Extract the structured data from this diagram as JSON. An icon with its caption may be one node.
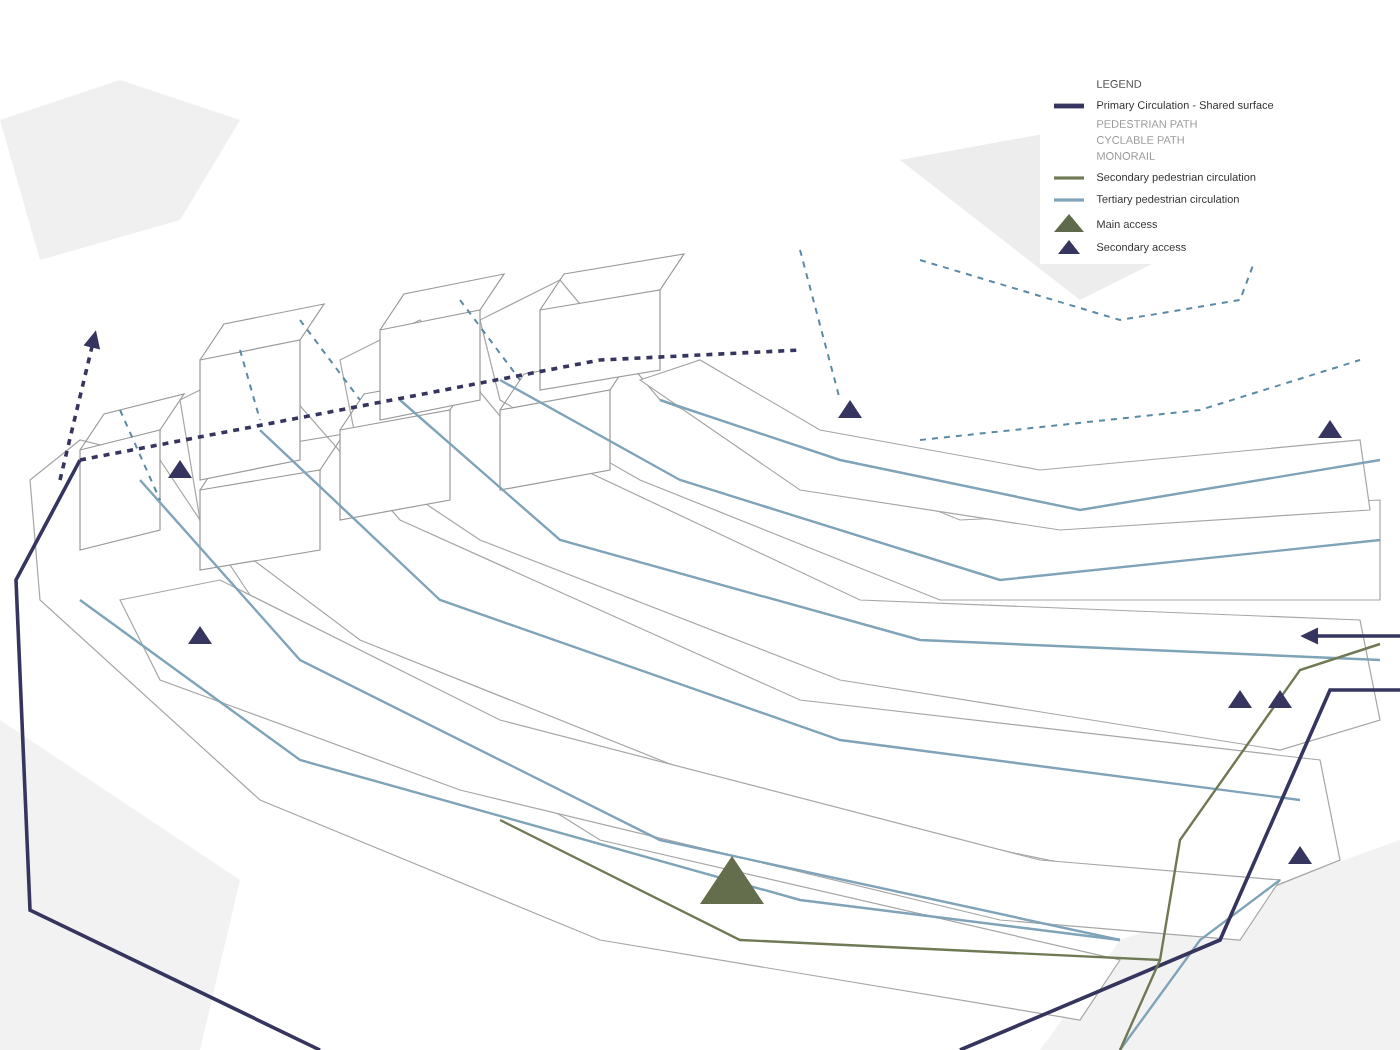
{
  "diagram": {
    "labels": [
      "LEGEND",
      "PEDESTRIAN PATH",
      "CYCLABLE PATH",
      "MONORAIL"
    ],
    "legend": [
      {
        "text": "Primary Circulation - Shared surface",
        "color": "#35355f"
      },
      {
        "text": "Secondary pedestrian circulation",
        "color": "#6f7a55"
      },
      {
        "text": "Tertiary pedestrian circulation",
        "color": "#7fa3b8"
      },
      {
        "text": "Main access",
        "color": "#5e6b4a"
      },
      {
        "text": "Secondary access",
        "color": "#35355f"
      }
    ]
  }
}
